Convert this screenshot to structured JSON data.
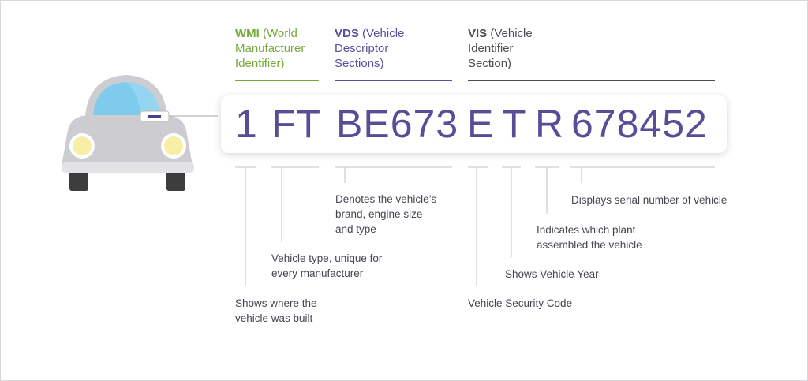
{
  "colors": {
    "wmi": "#76a93a",
    "vds": "#5b4ea0",
    "vis": "#4d4d55",
    "vin_text": "#5a4c97",
    "leader": "#cfcfd2",
    "car_body": "#cdcdd1",
    "car_window": "#7ecbee"
  },
  "headers": {
    "wmi": {
      "bold": "WMI",
      "line1_rest": " (World",
      "line2": "Manufacturer",
      "line3": "Identifier)"
    },
    "vds": {
      "bold": "VDS",
      "line1_rest": " (Vehicle",
      "line2": "Descriptor",
      "line3": "Sections)"
    },
    "vis": {
      "bold": "VIS",
      "line1_rest": " (Vehicle",
      "line2": "Identifier",
      "line3": "Section)"
    }
  },
  "vin": {
    "segments": [
      "1",
      "FT",
      "BE673",
      "E",
      "T",
      "R",
      "678452"
    ]
  },
  "descriptions": {
    "country": [
      "Shows where the",
      "vehicle was built"
    ],
    "type": [
      "Vehicle type, unique for",
      "every manufacturer"
    ],
    "brand": [
      "Denotes the vehicle’s",
      "brand, engine size",
      "and type"
    ],
    "security": [
      "Vehicle Security Code"
    ],
    "year": [
      "Shows Vehicle Year"
    ],
    "plant": [
      "Indicates which plant",
      "assembled the vehicle"
    ],
    "serial": [
      "Displays serial number of vehicle"
    ]
  },
  "icons": {
    "car": "car-front-icon"
  }
}
